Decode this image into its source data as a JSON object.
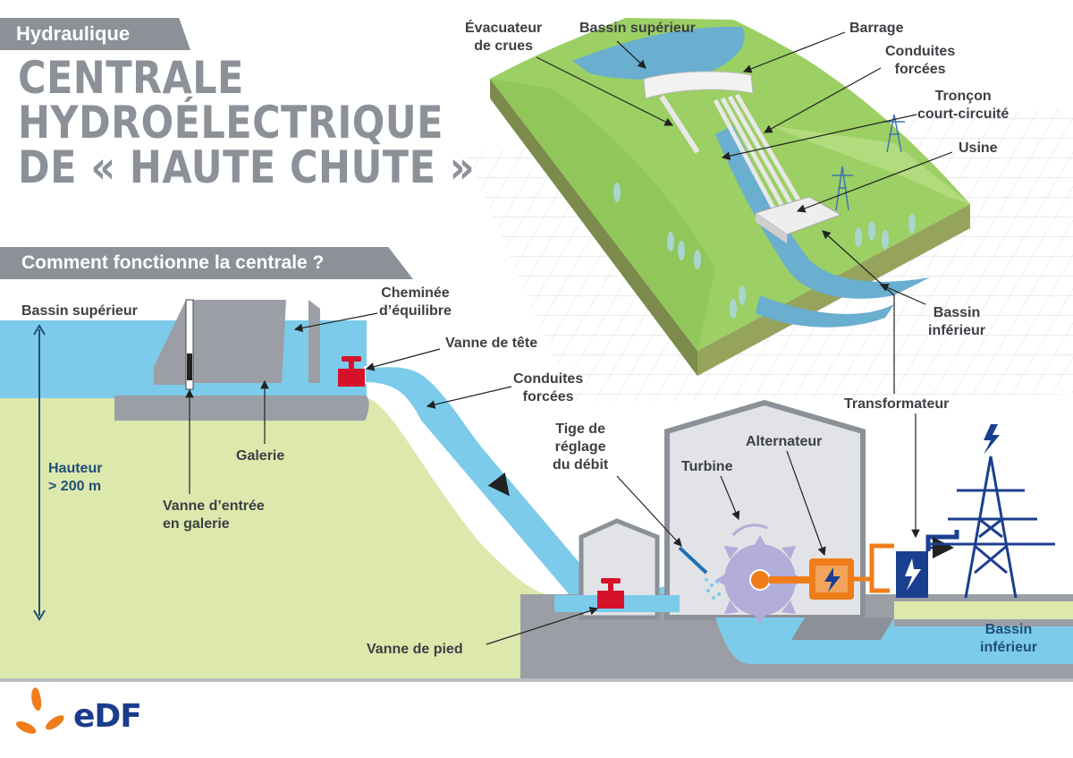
{
  "header": {
    "category": "Hydraulique",
    "title_lines": [
      "CENTRALE",
      "HYDROÉLECTRIQUE",
      "DE « HAUTE CHUTE »"
    ],
    "subtitle": "Comment fonctionne la centrale ?"
  },
  "aerial_labels": {
    "evacuateur": [
      "Évacuateur",
      "de crues"
    ],
    "bassin_superieur": "Bassin supérieur",
    "barrage": "Barrage",
    "conduites": [
      "Conduites",
      "forcées"
    ],
    "troncon": [
      "Tronçon",
      "court-circuité"
    ],
    "usine": "Usine",
    "bassin_inferieur": [
      "Bassin",
      "inférieur"
    ]
  },
  "section_labels": {
    "bassin_superieur": "Bassin supérieur",
    "cheminee": [
      "Cheminée",
      "d’équilibre"
    ],
    "vanne_tete": "Vanne de tête",
    "conduites": [
      "Conduites",
      "forcées"
    ],
    "transformateur": "Transformateur",
    "tige": [
      "Tige de",
      "réglage",
      "du débit"
    ],
    "alternateur": "Alternateur",
    "turbine": "Turbine",
    "galerie": "Galerie",
    "hauteur": [
      "Hauteur",
      "> 200 m"
    ],
    "vanne_entree": [
      "Vanne d’entrée",
      "en galerie"
    ],
    "vanne_pied": "Vanne de pied",
    "bassin_inferieur": [
      "Bassin",
      "inférieur"
    ]
  },
  "brand": {
    "name": "EDF",
    "logo_text": "eDF"
  },
  "colors": {
    "water": "#7ccbea",
    "grass": "#d9e6a7",
    "gray": "#9b9fa5",
    "red": "#d6112a",
    "orange": "#ef7d1a",
    "navy": "#1b3f8f",
    "purple": "#b3adda"
  }
}
